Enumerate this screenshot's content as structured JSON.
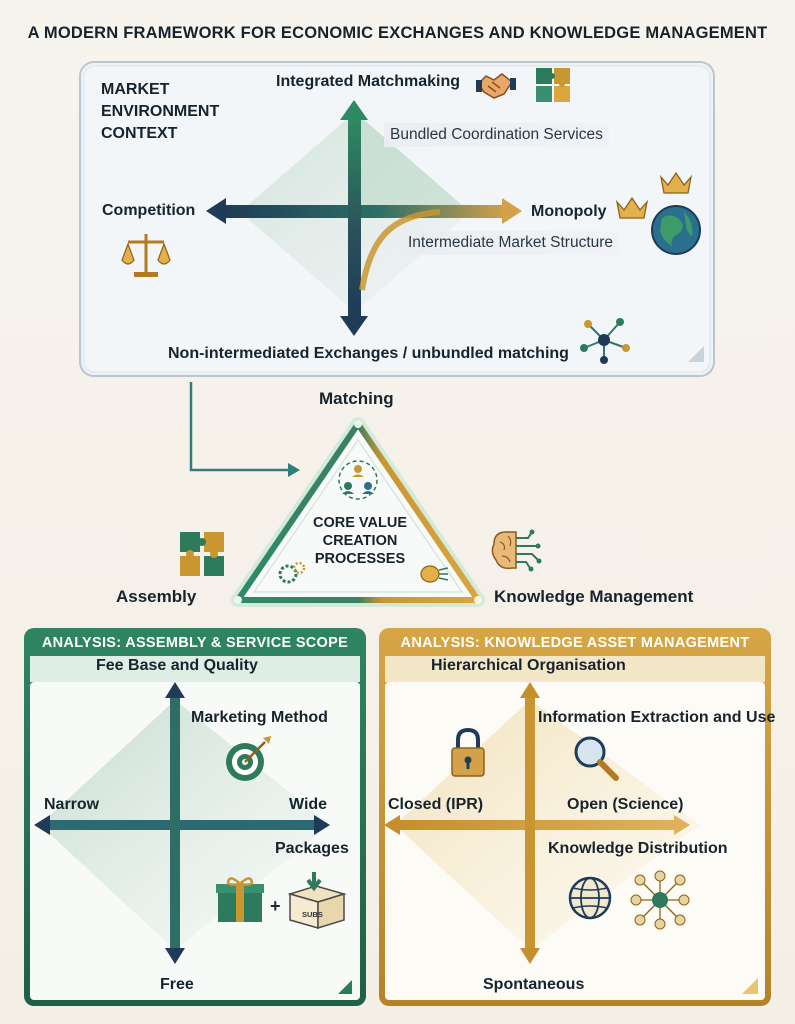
{
  "title": "A MODERN FRAMEWORK FOR ECONOMIC EXCHANGES AND KNOWLEDGE MANAGEMENT",
  "market": {
    "heading": "MARKET\nENVIRONMENT\nCONTEXT",
    "top": "Integrated Matchmaking",
    "bottom": "Non-intermediated Exchanges / unbundled matching",
    "left": "Competition",
    "right": "Monopoly",
    "bundled": "Bundled Coordination Services",
    "intermediate": "Intermediate Market Structure"
  },
  "core": {
    "label": "CORE VALUE\nCREATION\nPROCESSES",
    "matching": "Matching",
    "assembly": "Assembly",
    "knowledge": "Knowledge Management"
  },
  "assembly_panel": {
    "header": "ANALYSIS: ASSEMBLY & SERVICE SCOPE",
    "top": "Fee Base and Quality",
    "bottom": "Free",
    "left": "Narrow",
    "right": "Wide",
    "marketing": "Marketing Method",
    "packages": "Packages",
    "box_label": "SUBS"
  },
  "knowledge_panel": {
    "header": "ANALYSIS: KNOWLEDGE ASSET MANAGEMENT",
    "top": "Hierarchical Organisation",
    "bottom": "Spontaneous",
    "left": "Closed (IPR)",
    "right": "Open (Science)",
    "extraction": "Information Extraction and Use",
    "distribution": "Knowledge Distribution"
  },
  "colors": {
    "navy": "#1f3b57",
    "green": "#2e7a5c",
    "gold": "#c9962f",
    "panel_green": "#2b7a5a",
    "panel_gold": "#c4922c"
  }
}
